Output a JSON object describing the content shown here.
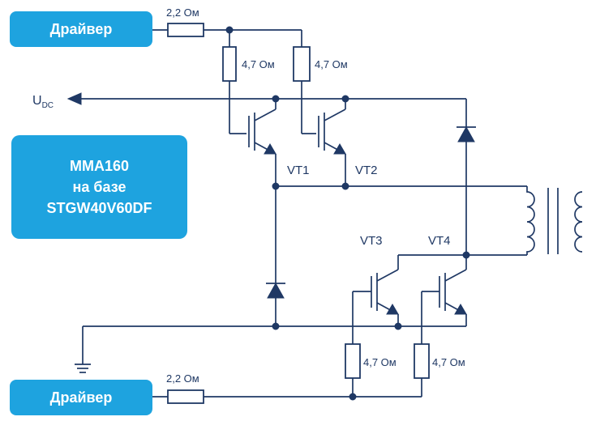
{
  "drivers": {
    "top_label": "Драйвер",
    "bottom_label": "Драйвер"
  },
  "module": {
    "line1": "MMA160",
    "line2": "на базе",
    "line3": "STGW40V60DF"
  },
  "resistors": {
    "gate_top": "2,2 Ом",
    "gate_bottom": "2,2 Ом",
    "pull_vt1": "4,7 Ом",
    "pull_vt2": "4,7 Ом",
    "pull_vt3": "4,7 Ом",
    "pull_vt4": "4,7 Ом"
  },
  "transistors": {
    "vt1": "VT1",
    "vt2": "VT2",
    "vt3": "VT3",
    "vt4": "VT4"
  },
  "supply": {
    "main": "U",
    "sub": "DC"
  },
  "colors": {
    "box": "#1ea3df",
    "line": "#1f3864"
  }
}
